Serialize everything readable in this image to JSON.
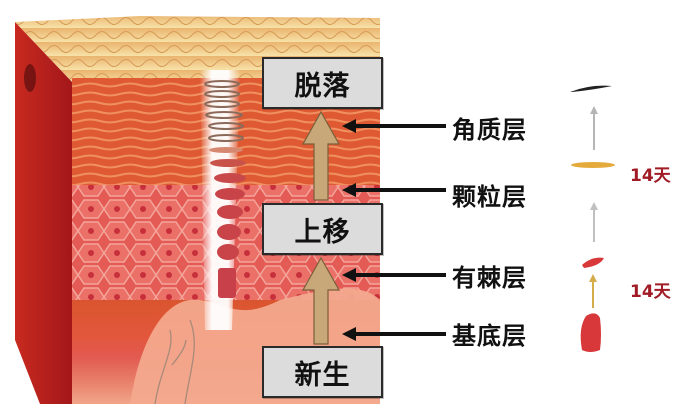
{
  "diagram": {
    "subject": "epidermis cell renewal cycle",
    "process_boxes": [
      {
        "id": "top",
        "label": "脱落"
      },
      {
        "id": "middle",
        "label": "上移"
      },
      {
        "id": "bottom",
        "label": "新生"
      }
    ],
    "layer_labels": [
      {
        "label": "角质层"
      },
      {
        "label": "颗粒层"
      },
      {
        "label": "有棘层"
      },
      {
        "label": "基底层"
      }
    ],
    "timeline": {
      "durations": [
        {
          "label": "14天"
        },
        {
          "label": "14天"
        }
      ],
      "stage_icons": [
        "flat-black-cell-icon",
        "flat-yellow-cell-icon",
        "small-red-cell-icon",
        "large-red-cell-icon"
      ]
    },
    "colors": {
      "box_fill": "#dcdcdc",
      "box_border": "#2a2a2a",
      "up_arrow_fill": "#c8a878",
      "pointer_arrow": "#111111",
      "day_text": "#a01b25",
      "skin_top": "#f3c98a",
      "skin_red": "#d9452f",
      "skin_deep": "#b8201c",
      "cell_pink": "#e86a5e"
    }
  }
}
